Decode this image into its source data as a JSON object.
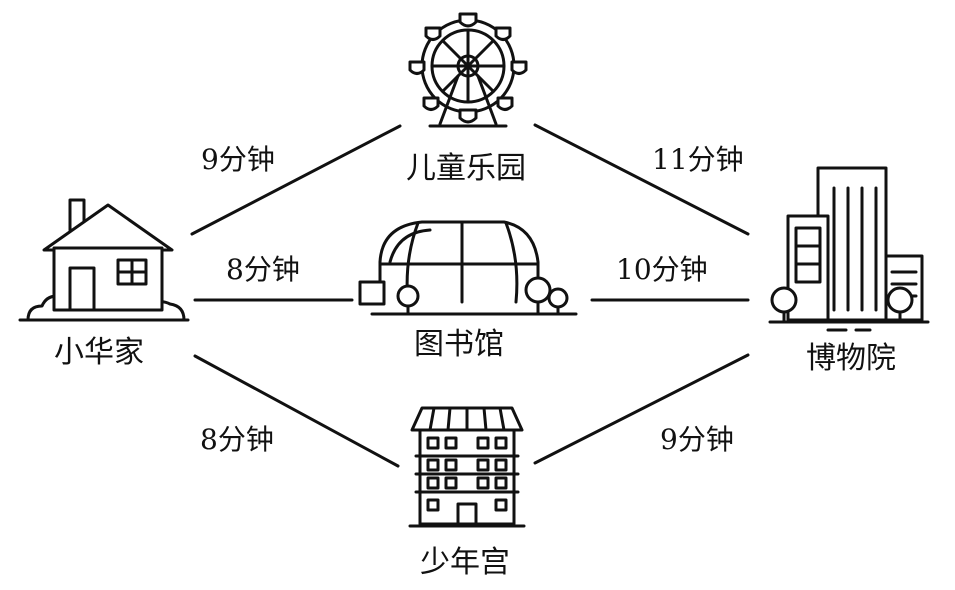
{
  "nodes": {
    "home": {
      "label": "小华家",
      "icon": "house-icon"
    },
    "park": {
      "label": "儿童乐园",
      "icon": "ferris-wheel-icon"
    },
    "library": {
      "label": "图书馆",
      "icon": "library-building-icon"
    },
    "youth_palace": {
      "label": "少年宫",
      "icon": "apartment-building-icon"
    },
    "museum": {
      "label": "博物院",
      "icon": "skyscraper-icon"
    }
  },
  "edges": [
    {
      "from": "home",
      "to": "park",
      "label": "9分钟"
    },
    {
      "from": "home",
      "to": "library",
      "label": "8分钟"
    },
    {
      "from": "home",
      "to": "youth_palace",
      "label": "8分钟"
    },
    {
      "from": "park",
      "to": "museum",
      "label": "11分钟"
    },
    {
      "from": "library",
      "to": "museum",
      "label": "10分钟"
    },
    {
      "from": "youth_palace",
      "to": "museum",
      "label": "9分钟"
    }
  ]
}
